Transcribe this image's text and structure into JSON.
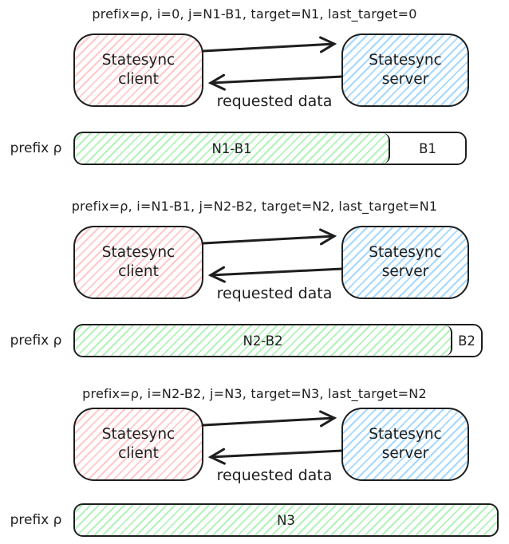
{
  "colors": {
    "stroke": "#1e1e1e",
    "client_fill": "#ffc9c9",
    "server_fill": "#a5d8ff",
    "synced_fill": "#b2f2bb",
    "background": "#ffffff"
  },
  "sections": [
    {
      "caption": "prefix=ρ, i=0, j=N1-B1, target=N1, last_target=0",
      "client": {
        "line1": "Statesync",
        "line2": "client"
      },
      "server": {
        "line1": "Statesync",
        "line2": "server"
      },
      "response_label": "requested data",
      "bar": {
        "prefix_label": "prefix ρ",
        "segments": [
          {
            "label": "N1-B1",
            "variant": "synced"
          },
          {
            "label": "B1",
            "variant": "pending"
          }
        ]
      }
    },
    {
      "caption": "prefix=ρ, i=N1-B1, j=N2-B2, target=N2, last_target=N1",
      "client": {
        "line1": "Statesync",
        "line2": "client"
      },
      "server": {
        "line1": "Statesync",
        "line2": "server"
      },
      "response_label": "requested data",
      "bar": {
        "prefix_label": "prefix ρ",
        "segments": [
          {
            "label": "N2-B2",
            "variant": "synced"
          },
          {
            "label": "B2",
            "variant": "pending"
          }
        ]
      }
    },
    {
      "caption": "prefix=ρ, i=N2-B2, j=N3, target=N3, last_target=N2",
      "client": {
        "line1": "Statesync",
        "line2": "client"
      },
      "server": {
        "line1": "Statesync",
        "line2": "server"
      },
      "response_label": "requested data",
      "bar": {
        "prefix_label": "prefix ρ",
        "segments": [
          {
            "label": "N3",
            "variant": "synced"
          }
        ]
      }
    }
  ]
}
